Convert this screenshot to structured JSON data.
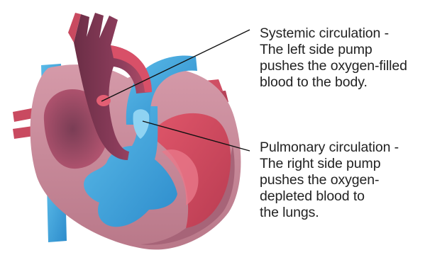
{
  "labels": {
    "systemic": [
      "Systemic circulation -",
      "The left side pump",
      "pushes the oxygen-filled",
      "blood to the body."
    ],
    "pulmonary": [
      "Pulmonary circulation -",
      "The right side pump",
      "pushes the oxygen-",
      "depleted blood to",
      "the lungs."
    ]
  },
  "colors": {
    "oxygenated": "#d64a5c",
    "deoxygenated": "#3da5dd",
    "heart_wall": "#c98a9a",
    "leader_line": "#111111"
  }
}
